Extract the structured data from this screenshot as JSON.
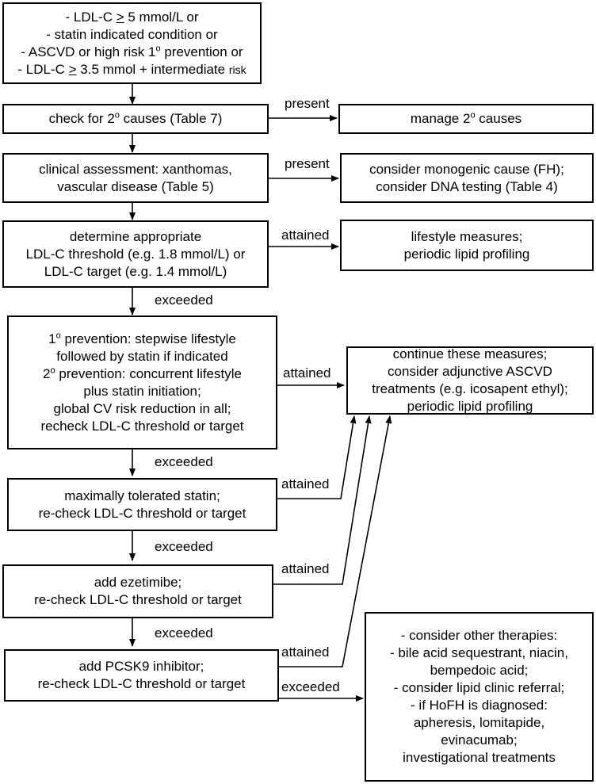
{
  "start": {
    "l1_pre": "- LDL-C ",
    "l1_ge": ">",
    "l1_post": " 5 mmol/L or",
    "l2": "- statin indicated condition or",
    "l3_pre": "- ASCVD or high risk 1",
    "l3_sup": "o",
    "l3_post": " prevention or",
    "l4_pre": "- LDL-C ",
    "l4_ge": ">",
    "l4_mid": " 3.5 mmol + intermediate ",
    "l4_small": "risk"
  },
  "secondary": {
    "pre": "check for 2",
    "sup": "o",
    "post": " causes (Table 7)"
  },
  "manage": {
    "pre": "manage 2",
    "sup": "o",
    "post": " causes"
  },
  "clinical": {
    "l1": "clinical assessment: xanthomas,",
    "l2": "vascular disease (Table 5)"
  },
  "monogenic": {
    "l1": "consider monogenic cause (FH);",
    "l2": "consider DNA testing (Table 4)"
  },
  "threshold": {
    "l1": "determine appropriate",
    "l2": "LDL-C threshold (e.g. 1.8 mmol/L) or",
    "l3": "LDL-C target (e.g. 1.4 mmol/L)"
  },
  "lifestyle": {
    "l1": "lifestyle measures;",
    "l2": "periodic lipid profiling"
  },
  "prevention": {
    "l1_sup": "1",
    "l1_o": "o",
    "l1_post": " prevention: stepwise lifestyle",
    "l2": "followed by statin if indicated",
    "l3_sup": "2",
    "l3_o": "o",
    "l3_post": " prevention: concurrent lifestyle",
    "l4": "plus statin initiation;",
    "l5": "global CV risk reduction in all;",
    "l6": "recheck LDL-C threshold or target"
  },
  "continue": {
    "l1": "continue these measures;",
    "l2": "consider adjunctive ASCVD",
    "l3": "treatments (e.g. icosapent ethyl);",
    "l4": "periodic lipid profiling"
  },
  "statin": {
    "l1": "maximally tolerated statin;",
    "l2": "re-check LDL-C threshold or target"
  },
  "ezetimibe": {
    "l1": "add ezetimibe;",
    "l2": "re-check LDL-C threshold or target"
  },
  "pcsk9": {
    "l1": "add PCSK9 inhibitor;",
    "l2": "re-check LDL-C threshold or target"
  },
  "other": {
    "l1": "- consider other therapies:",
    "l2": "- bile acid sequestrant, niacin,",
    "l3": "bempedoic acid;",
    "l4": "- consider lipid clinic referral;",
    "l5": "- if HoFH is diagnosed:",
    "l6": "apheresis, lomitapide,",
    "l7": "evinacumab;",
    "l8": "investigational treatments"
  },
  "labels": {
    "present1": "present",
    "present2": "present",
    "attained1": "attained",
    "exceeded1": "exceeded",
    "attained2": "attained",
    "exceeded2": "exceeded",
    "attained3": "attained",
    "exceeded3": "exceeded",
    "attained4": "attained",
    "exceeded4": "exceeded",
    "attained5": "attained",
    "exceeded5": "exceeded"
  }
}
